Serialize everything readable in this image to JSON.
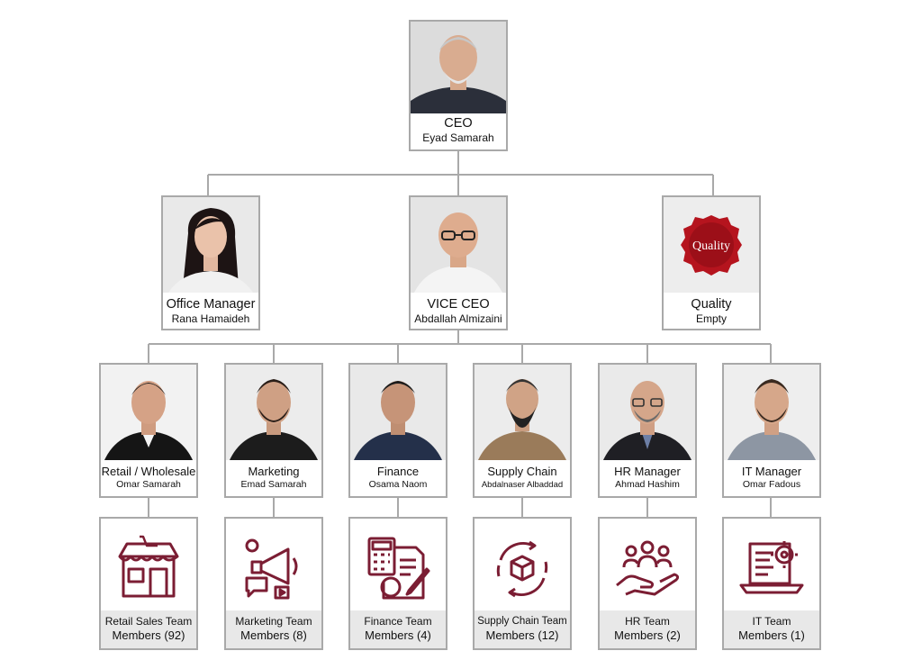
{
  "ceo": {
    "role": "CEO",
    "name": "Eyad Samarah"
  },
  "level2": [
    {
      "role": "Office Manager",
      "name": "Rana Hamaideh"
    },
    {
      "role": "VICE CEO",
      "name": "Abdallah Almizaini"
    },
    {
      "role": "Quality",
      "name": "Empty",
      "seal_text": "Quality"
    }
  ],
  "level3": [
    {
      "role": "Retail / Wholesale",
      "name": "Omar Samarah"
    },
    {
      "role": "Marketing",
      "name": "Emad Samarah"
    },
    {
      "role": "Finance",
      "name": "Osama Naom"
    },
    {
      "role": "Supply Chain",
      "name": "Abdalnaser Albaddad"
    },
    {
      "role": "HR Manager",
      "name": "Ahmad Hashim"
    },
    {
      "role": "IT Manager",
      "name": "Omar Fadous"
    }
  ],
  "teams": [
    {
      "label": "Retail Sales Team",
      "count": "Members (92)",
      "icon": "store-icon"
    },
    {
      "label": "Marketing Team",
      "count": "Members (8)",
      "icon": "megaphone-icon"
    },
    {
      "label": "Finance Team",
      "count": "Members (4)",
      "icon": "calculator-invoice-icon"
    },
    {
      "label": "Supply Chain Team",
      "count": "Members (12)",
      "icon": "supply-cycle-icon"
    },
    {
      "label": "HR Team",
      "count": "Members (2)",
      "icon": "people-hand-icon"
    },
    {
      "label": "IT Team",
      "count": "Members (1)",
      "icon": "laptop-gear-icon"
    }
  ],
  "colors": {
    "icon": "#7b1d33",
    "connector": "#a9a9a9",
    "team_caption_bg": "#e8e8e8",
    "seal": "#b5141e"
  }
}
